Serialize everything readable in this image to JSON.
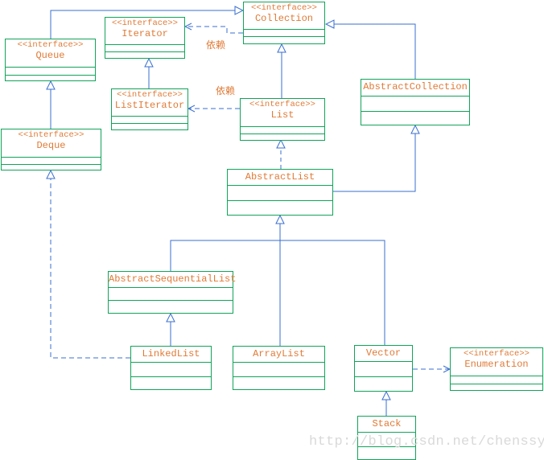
{
  "diagram": {
    "stereotype": "<<interface>>",
    "dependency_label": "依赖",
    "watermark": "http://blog.csdn.net/chenssy",
    "classes": {
      "collection": "Collection",
      "iterator": "Iterator",
      "queue": "Queue",
      "list_iterator": "ListIterator",
      "list": "List",
      "abstract_collection": "AbstractCollection",
      "deque": "Deque",
      "abstract_list": "AbstractList",
      "abstract_sequential_list": "AbstractSequentialList",
      "linked_list": "LinkedList",
      "array_list": "ArrayList",
      "vector": "Vector",
      "enumeration": "Enumeration",
      "stack": "Stack"
    },
    "colors": {
      "border": "#12a35a",
      "text": "#e07a36",
      "arrow": "#3a6fd1",
      "watermark": "#d9d9d9"
    }
  }
}
